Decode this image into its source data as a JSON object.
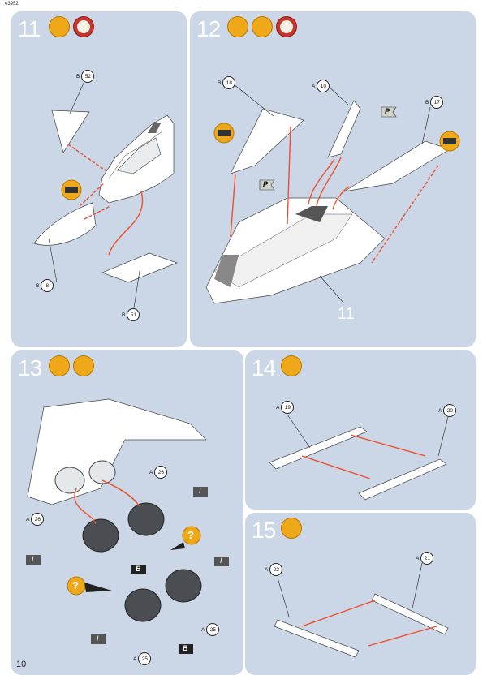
{
  "header": {
    "ref_code": "03952"
  },
  "footer": {
    "page_number": "10"
  },
  "steps": [
    {
      "number": "11",
      "callouts": [
        {
          "letter": "B",
          "num": "52"
        },
        {
          "letter": "B",
          "num": "8"
        },
        {
          "letter": "B",
          "num": "51"
        }
      ]
    },
    {
      "number": "12",
      "callouts": [
        {
          "letter": "B",
          "num": "18"
        },
        {
          "letter": "A",
          "num": "10"
        },
        {
          "letter": "B",
          "num": "17"
        }
      ],
      "flag_label": "P",
      "subassembly_label": "11"
    },
    {
      "number": "13",
      "callouts": [
        {
          "letter": "A",
          "num": "26"
        },
        {
          "letter": "A",
          "num": "26"
        },
        {
          "letter": "A",
          "num": "25"
        },
        {
          "letter": "A",
          "num": "25"
        }
      ],
      "flag_i": "I",
      "flag_b": "B",
      "question": "?"
    },
    {
      "number": "14",
      "callouts": [
        {
          "letter": "A",
          "num": "19"
        },
        {
          "letter": "A",
          "num": "20"
        }
      ]
    },
    {
      "number": "15",
      "callouts": [
        {
          "letter": "A",
          "num": "22"
        },
        {
          "letter": "A",
          "num": "21"
        }
      ]
    }
  ]
}
